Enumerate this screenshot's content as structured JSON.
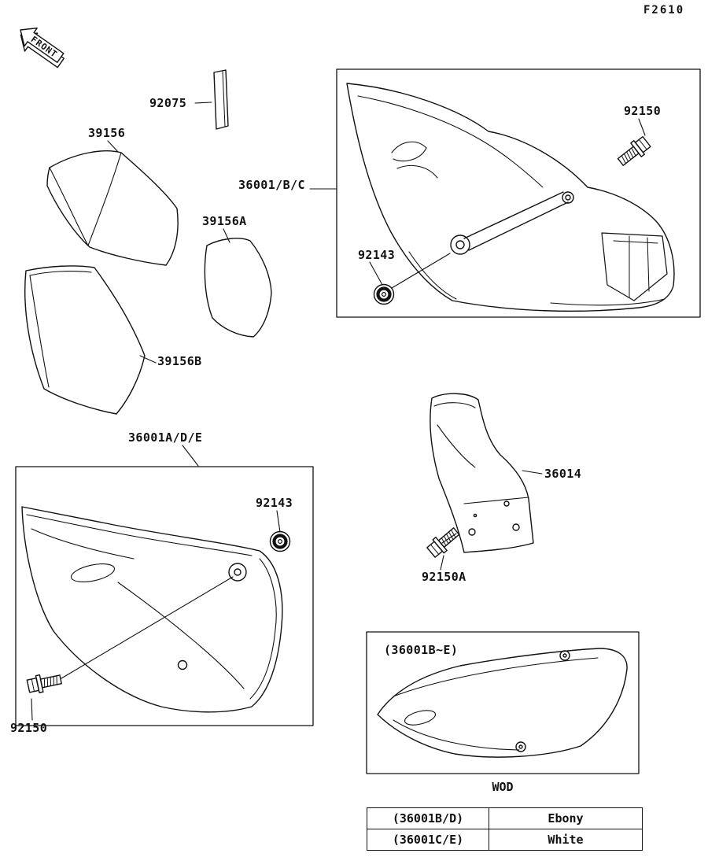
{
  "page": {
    "figure_code": "F2610",
    "front_label": "FRONT",
    "wod_label": "WOD"
  },
  "parts": {
    "p92075": "92075",
    "p39156": "39156",
    "p39156A": "39156A",
    "p39156B": "39156B",
    "p36001bc": "36001/B/C",
    "p92150_top": "92150",
    "p92143_top": "92143",
    "p36001ade": "36001A/D/E",
    "p92143_bottom": "92143",
    "p36014": "36014",
    "p92150a": "92150A",
    "p92150_bottom": "92150",
    "p36001be": "(36001B~E)"
  },
  "color_table": {
    "rows": [
      {
        "part": "(36001B/D)",
        "color": "Ebony"
      },
      {
        "part": "(36001C/E)",
        "color": "White"
      }
    ]
  }
}
